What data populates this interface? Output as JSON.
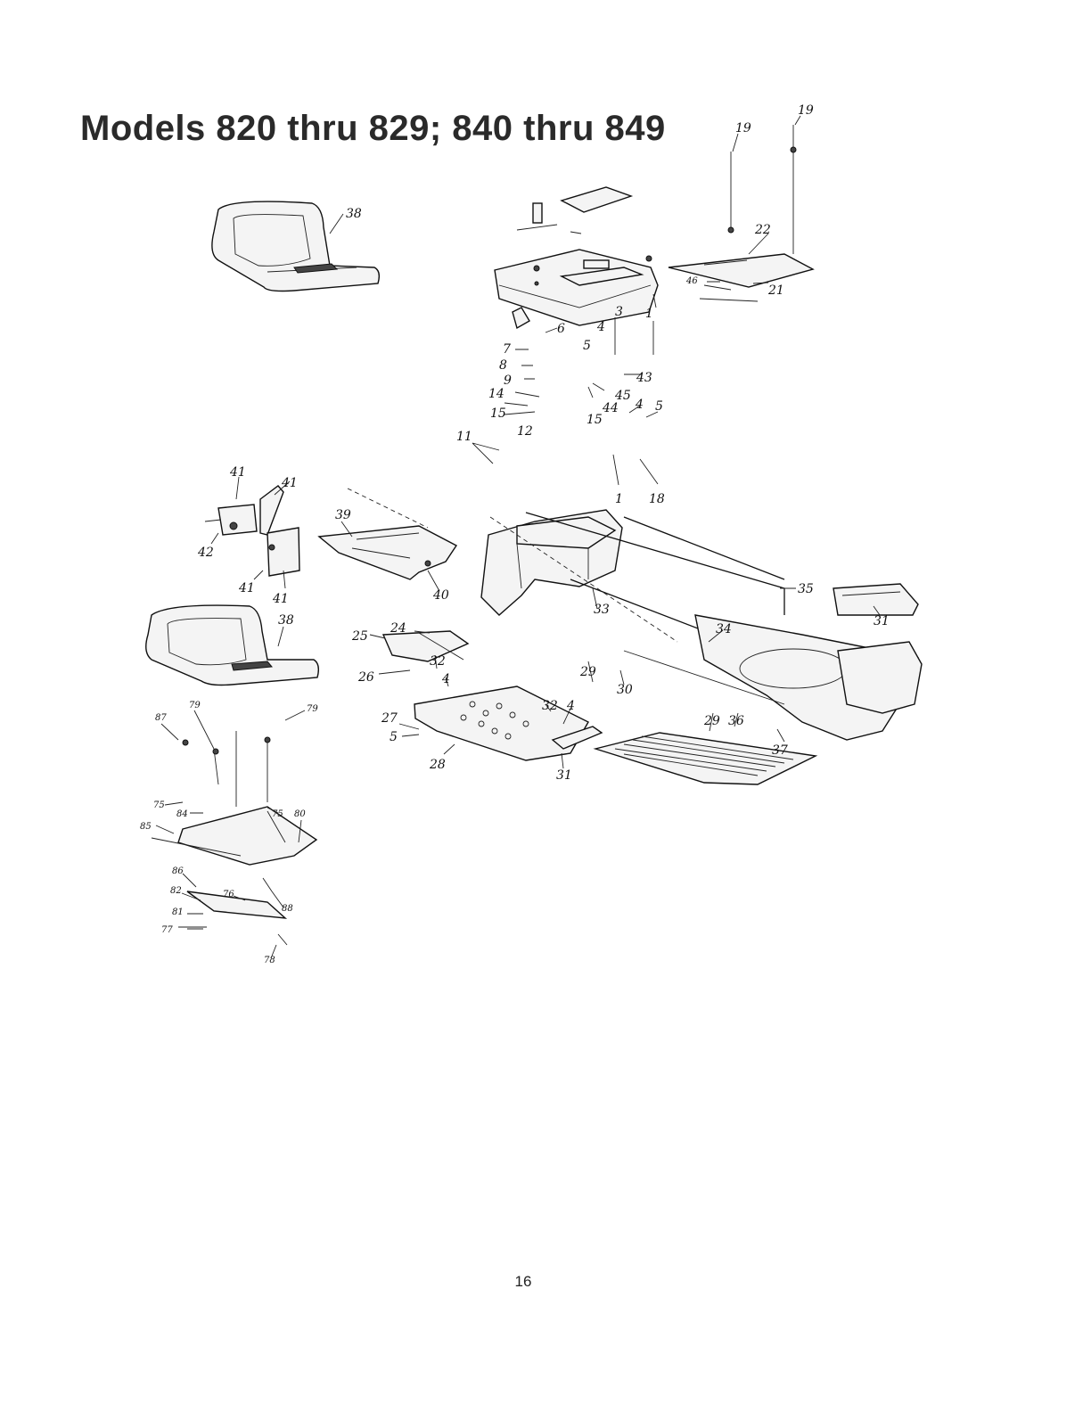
{
  "page": {
    "title": "Models 820 thru 829; 840 thru 849",
    "page_number": "16"
  },
  "callouts": {
    "c1": "1",
    "c3": "3",
    "c4": "4",
    "c5": "5",
    "c6": "6",
    "c7": "7",
    "c8": "8",
    "c9": "9",
    "c43": "43",
    "c45": "45",
    "c44": "44",
    "c14": "14",
    "c15a": "15",
    "c15b": "15",
    "c12": "12",
    "c11": "11",
    "c4b": "4",
    "c5b": "5",
    "c1b": "1",
    "c18": "18",
    "c19a": "19",
    "c19b": "19",
    "c22": "22",
    "c46": "46",
    "c21": "21",
    "c38a": "38",
    "c41a": "41",
    "c41b": "41",
    "c42": "42",
    "c41c": "41",
    "c41d": "41",
    "c39": "39",
    "c40": "40",
    "c33": "33",
    "c35": "35",
    "c31a": "31",
    "c34": "34",
    "c38b": "38",
    "c25": "25",
    "c24": "24",
    "c32a": "32",
    "c26": "26",
    "c29a": "29",
    "c30": "30",
    "c4c": "4",
    "c32b": "32",
    "c4d": "4",
    "c27": "27",
    "c5c": "5",
    "c28": "28",
    "c31b": "31",
    "c29b": "29",
    "c36": "36",
    "c37": "37",
    "c87": "87",
    "c79a": "79",
    "c79b": "79",
    "c75a": "75",
    "c84": "84",
    "c75b": "75",
    "c80": "80",
    "c85": "85",
    "c86": "86",
    "c82": "82",
    "c76": "76",
    "c88": "88",
    "c81": "81",
    "c77": "77",
    "c78": "78"
  }
}
